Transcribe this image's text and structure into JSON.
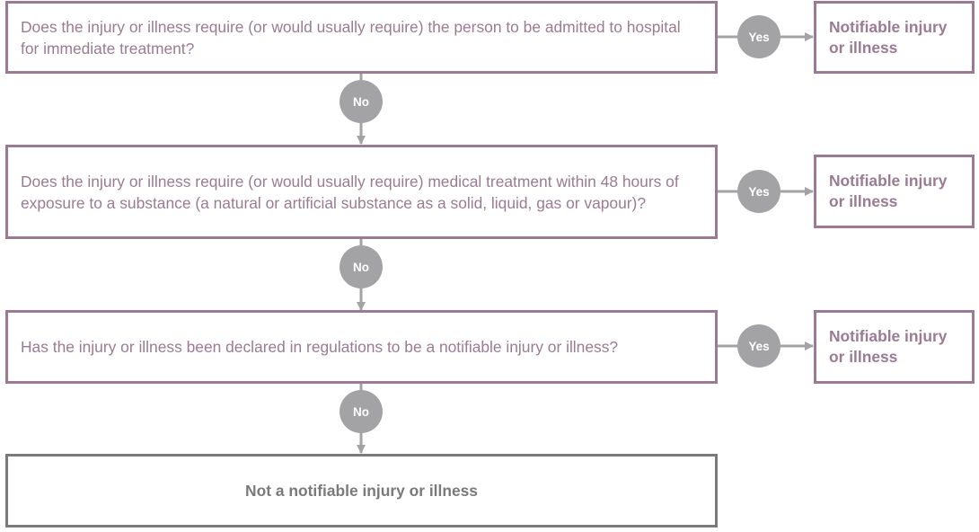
{
  "colors": {
    "box_border": "#9b7b93",
    "box_text": "#9b7b93",
    "final_border": "#7a7a7a",
    "connector": "#a3a3a5",
    "decision_circle": "#a3a3a5"
  },
  "steps": [
    {
      "question": "Does the injury or illness require (or would usually require) the person to be admitted to hospital for immediate treatment?",
      "yes_label": "Yes",
      "result": "Notifiable injury or illness",
      "no_label": "No"
    },
    {
      "question": "Does the injury or illness require (or would usually require) medical treatment within 48 hours of exposure to a substance (a natural or artificial substance as a solid, liquid, gas or vapour)?",
      "yes_label": "Yes",
      "result": "Notifiable injury or illness",
      "no_label": "No"
    },
    {
      "question": "Has the injury or illness been declared in regulations to be a notifiable injury or illness?",
      "yes_label": "Yes",
      "result": "Notifiable injury or illness",
      "no_label": "No"
    }
  ],
  "final_outcome": "Not a notifiable injury or illness"
}
